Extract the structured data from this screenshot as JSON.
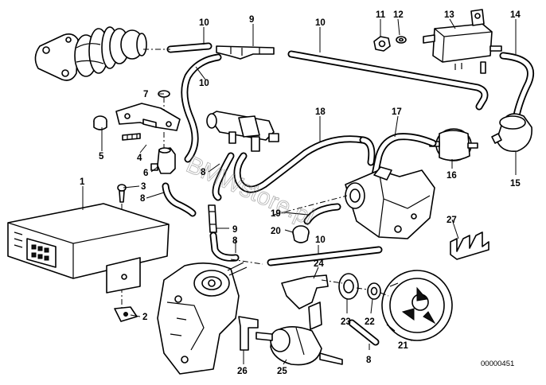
{
  "callouts": {
    "c1": "1",
    "c2": "2",
    "c3": "3",
    "c4": "4",
    "c5": "5",
    "c6": "6",
    "c7": "7",
    "c8a": "8",
    "c8b": "8",
    "c8c": "8",
    "c8d": "8",
    "c9a": "9",
    "c9b": "9",
    "c10a": "10",
    "c10b": "10",
    "c10c": "10",
    "c10d": "10",
    "c11": "11",
    "c12": "12",
    "c13": "13",
    "c14": "14",
    "c15": "15",
    "c16": "16",
    "c17": "17",
    "c18": "18",
    "c19": "19",
    "c20": "20",
    "c21": "21",
    "c22": "22",
    "c23": "23",
    "c24": "24",
    "c25": "25",
    "c26": "26",
    "c27": "27"
  },
  "document_number": "00000451",
  "watermark": "BMWstore.pl"
}
